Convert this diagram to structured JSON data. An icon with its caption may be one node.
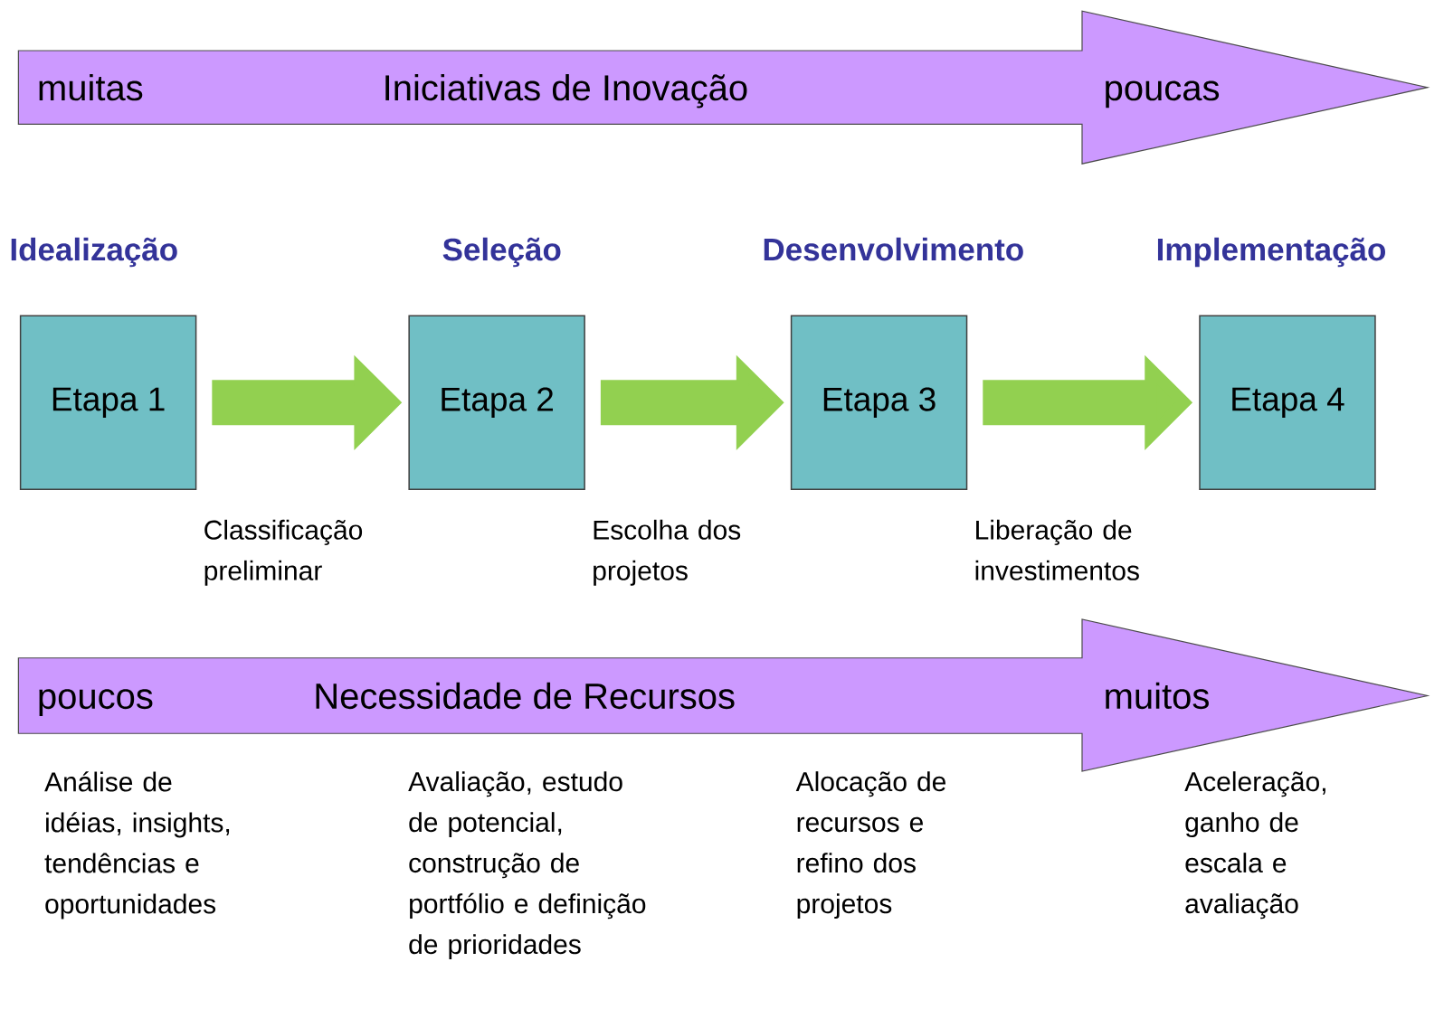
{
  "diagram": {
    "nodes": [
      {
        "text": [
          "muitas",
          "Iniciativas de Inovação",
          "poucas"
        ]
      },
      {
        "text": [
          "Etapa 1"
        ]
      },
      {
        "text": [
          "Etapa 2"
        ]
      },
      {
        "text": [
          "Etapa 3"
        ]
      },
      {
        "text": [
          "Etapa 4"
        ]
      },
      {
        "text": [
          "poucos",
          "Necessidade de Recursos",
          "muitos"
        ]
      }
    ],
    "edges": [
      {
        "from": 1,
        "to": 2,
        "arrow": "to",
        "label": "Classificação preliminar"
      },
      {
        "from": 2,
        "to": 3,
        "arrow": "to",
        "label": "Escolha dos projetos"
      },
      {
        "from": 3,
        "to": 4,
        "arrow": "to",
        "label": "Liberação de investimentos"
      }
    ],
    "labels": [
      "Idealização",
      "Seleção",
      "Desenvolvimento",
      "Implementação",
      "Análise de idéias, insights, tendências e oportunidades",
      "Avaliação, estudo de potencial, construção de portfólio e definição de prioridades",
      "Alocação de recursos e refino dos projetos",
      "Aceleração, ganho de escala e avaliação"
    ]
  }
}
